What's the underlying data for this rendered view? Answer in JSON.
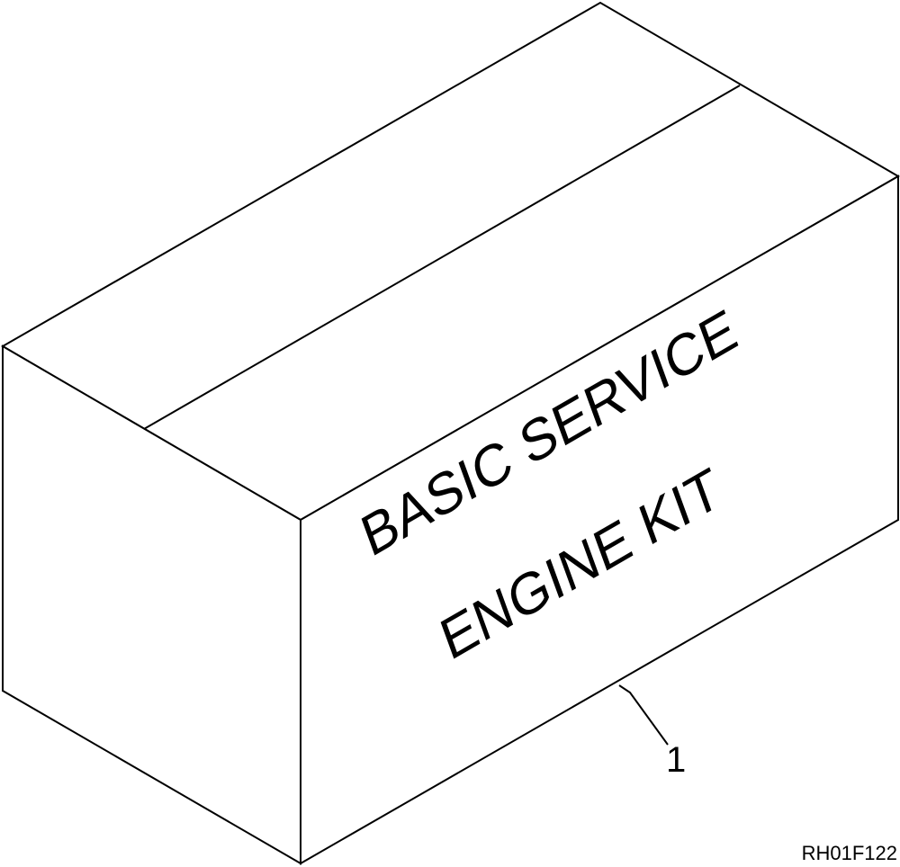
{
  "box": {
    "label_line1": "BASIC SERVICE",
    "label_line2": "ENGINE KIT"
  },
  "callout": {
    "number": "1"
  },
  "figure_id": "RH01F122",
  "colors": {
    "line": "#000000",
    "background": "#ffffff"
  }
}
